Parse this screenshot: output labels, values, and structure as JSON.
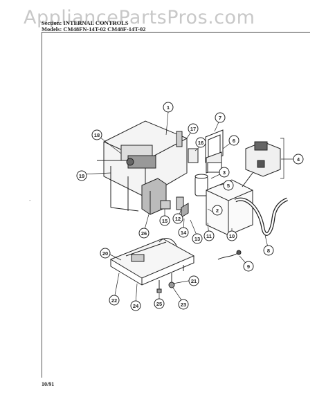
{
  "watermark": "AppliancePartsPros.com",
  "header": {
    "section_label": "Section:",
    "section_value": "INTERNAL CONTROLS",
    "models_label": "Models:",
    "models_value": "CM48FN-14T-02  CM48F-14T-02"
  },
  "footer": {
    "date": "10/91"
  },
  "stray_mark": "-",
  "callouts": [
    "1",
    "2",
    "3",
    "4",
    "5",
    "6",
    "7",
    "8",
    "9",
    "10",
    "11",
    "12",
    "13",
    "14",
    "15",
    "16",
    "17",
    "18",
    "19",
    "20",
    "21",
    "22",
    "23",
    "24",
    "25",
    "26"
  ]
}
